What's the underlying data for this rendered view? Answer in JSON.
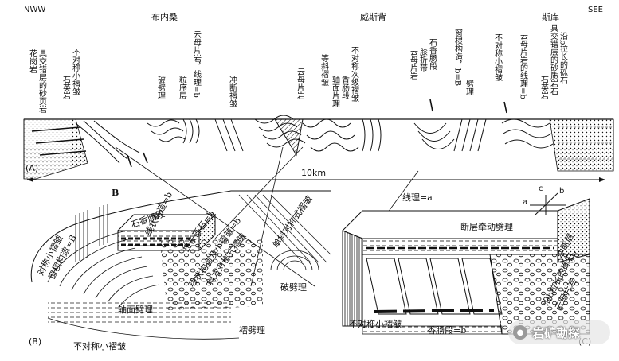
{
  "top_section": {
    "corner_left": "NWW",
    "corner_right": "SEE",
    "regions": [
      "布内桑",
      "威斯背",
      "斯库"
    ],
    "vertical_labels": [
      "花岗岩",
      "具交错层的砂页岩",
      "石英岩",
      "不对称小褶皱",
      "破劈理",
      "粒序层",
      "云母片岩，线理=b",
      "冲断褶皱",
      "云母片岩",
      "等斜褶皱",
      "轴面片理",
      "香肠段",
      "不对称次级褶皱",
      "云母片岩",
      "膝折带",
      "石香肠段",
      "窗棂构造，b=B",
      "劈理",
      "不对称小褶皱",
      "云母片岩的线理=b",
      "石英岩",
      "具交错层的砂质岩石",
      "沿b拉长的砾石"
    ],
    "panel_label": "(A)",
    "scale_label": "10km"
  },
  "block_b": {
    "axis_label": "B",
    "panel_label": "(B)",
    "labels": [
      "对称小褶皱",
      "窗棂构造=B",
      "石香肠段",
      "线状构造=b",
      "拉长砾石=b",
      "线状构造及小褶皱=b",
      "斜方对称式褶皱",
      "轴面劈理",
      "不对称小褶皱",
      "褶劈理",
      "破劈理",
      "单斜对称式褶皱"
    ]
  },
  "block_c": {
    "panel_label": "(C)",
    "labels": [
      "线理=a",
      "断层牵动劈理",
      "冲断层",
      "沿b拉长的砾石，",
      "云母片岩",
      "不对称小褶皱",
      "香肠段=b"
    ],
    "axes": {
      "a": "a",
      "b": "b",
      "c": "c"
    }
  },
  "watermark": {
    "text": "岩矿勘探",
    "icon": "wechat-icon"
  },
  "colors": {
    "ink": "#111111",
    "background": "#ffffff"
  }
}
